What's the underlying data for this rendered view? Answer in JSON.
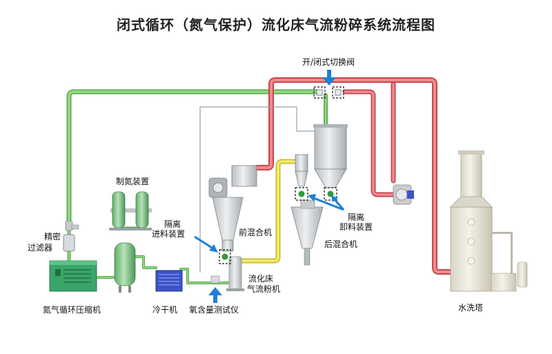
{
  "title": "闭式循环（氮气保护）流化床气流粉碎系统流程图",
  "labels": {
    "switch_valve": "开/闭式切换阀",
    "nitrogen_generator": "制氮装置",
    "precision_filter_line1": "精密",
    "precision_filter_line2": "过滤器",
    "isolation_feed_line1": "隔离",
    "isolation_feed_line2": "进料装置",
    "front_mixer": "前混合机",
    "rear_mixer": "后混合机",
    "isolation_discharge_line1": "隔离",
    "isolation_discharge_line2": "卸料装置",
    "mill_line1": "流化床",
    "mill_line2": "气流粉机",
    "compressor": "氮气循环压缩机",
    "dryer": "冷干机",
    "oxygen_meter": "氧含量测试仪",
    "scrubber": "水洗塔"
  },
  "colors": {
    "green_pipe": "#7ccc6a",
    "red_pipe": "#e0676c",
    "yellow_pipe": "#f2e55a",
    "arrow_blue": "#1e7fd8",
    "vessel_gray": "#cfd3d6",
    "compressor_green": "#3aa56a",
    "dryer_blue": "#3b53c8",
    "valve_green": "#2e9a3c",
    "scrubber_beige": "#e8e4d6"
  }
}
